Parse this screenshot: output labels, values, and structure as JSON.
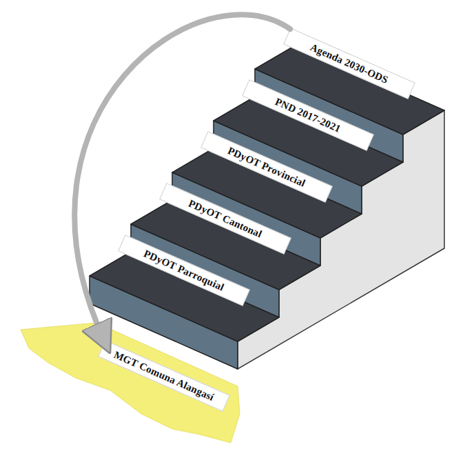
{
  "diagram": {
    "nodes": [
      {
        "text": [
          "Agenda 2030-ODS"
        ]
      },
      {
        "text": [
          "PND 2017-2021"
        ]
      },
      {
        "text": [
          "PDyOT Provincial"
        ]
      },
      {
        "text": [
          "PDyOT Cantonal"
        ]
      },
      {
        "text": [
          "PDyOT Parroquial"
        ]
      },
      {
        "text": [
          "MGT Comuna Alangasí"
        ]
      }
    ],
    "edges": [
      {
        "from": 0,
        "to": 5,
        "arrow": "to"
      }
    ]
  }
}
